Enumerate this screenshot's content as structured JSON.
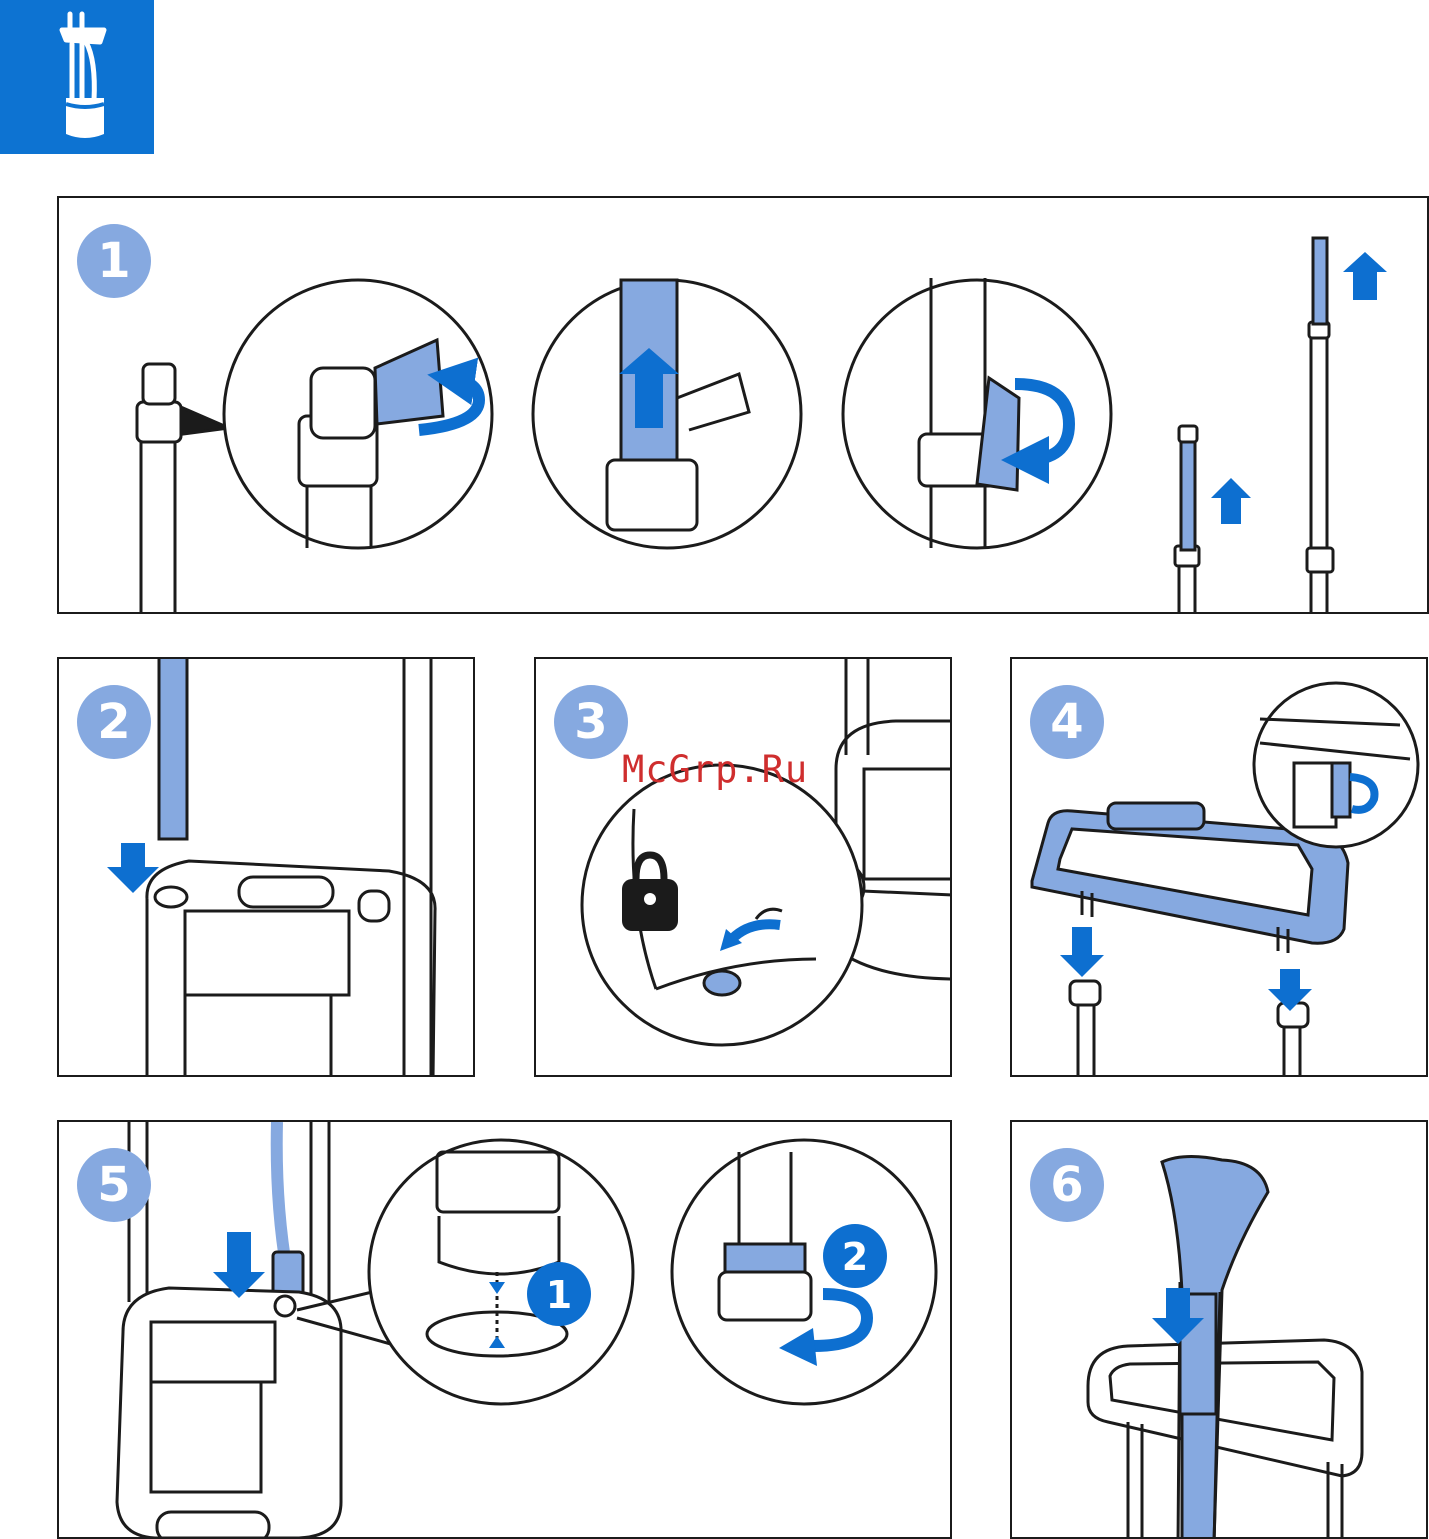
{
  "header": {
    "icon": "garment-steamer-icon",
    "brand_color": "#0d73d2"
  },
  "colors": {
    "accent": "#86a9e0",
    "arrow": "#0d6fd0",
    "line": "#1b1b1b"
  },
  "steps": [
    {
      "number": "1",
      "icons": [
        "pole-clip-icon",
        "rotate-arrow-icon",
        "up-arrow-icon"
      ]
    },
    {
      "number": "2",
      "icons": [
        "down-arrow-icon",
        "pole-icon",
        "steamer-base-icon"
      ]
    },
    {
      "number": "3",
      "icons": [
        "lock-icon",
        "rotate-arrow-icon",
        "steamer-base-icon"
      ]
    },
    {
      "number": "4",
      "icons": [
        "hanger-icon",
        "down-arrow-icon",
        "rotate-arrow-icon"
      ]
    },
    {
      "number": "5",
      "icons": [
        "hose-connector-icon",
        "down-arrow-icon",
        "rotate-arrow-icon"
      ]
    },
    {
      "number": "6",
      "icons": [
        "steam-head-icon",
        "down-arrow-icon",
        "hanger-icon"
      ]
    }
  ],
  "sub_steps": [
    "1",
    "2"
  ],
  "watermark": "McGrp.Ru"
}
